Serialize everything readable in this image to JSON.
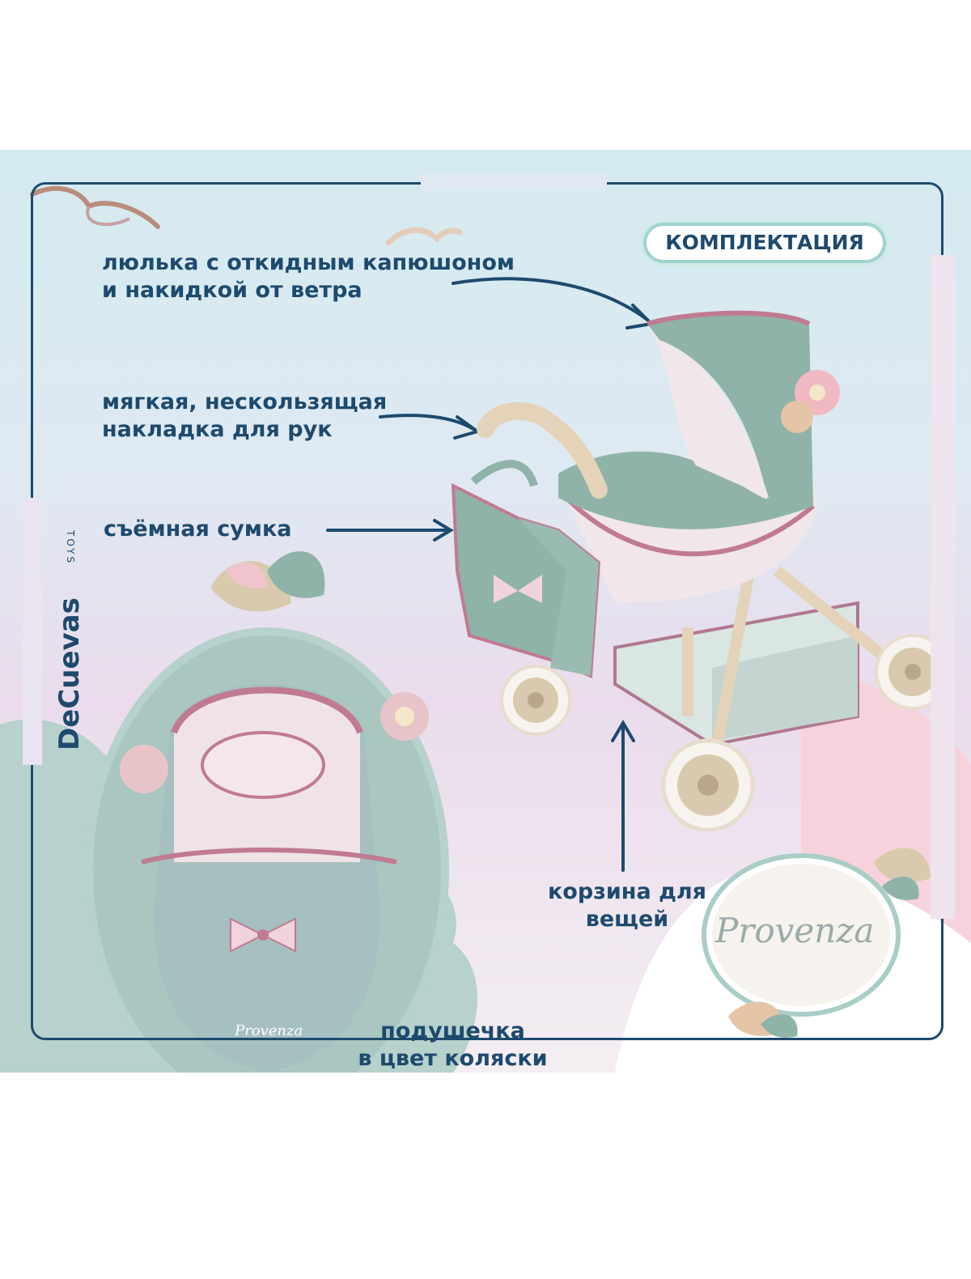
{
  "header": {
    "badge_label": "КОМПЛЕКТАЦИЯ"
  },
  "callouts": {
    "bassinet": [
      "люлька с откидным капюшоном",
      "и накидкой от ветра"
    ],
    "handle": [
      "мягкая, нескользящая",
      "накладка для рук"
    ],
    "bag": [
      "съёмная сумка"
    ],
    "basket": [
      "корзина для",
      "вещей"
    ],
    "pillow": [
      "подушечка",
      "в цвет коляски"
    ]
  },
  "brand": {
    "logo_text": "DeCuevas",
    "logo_sub": "TOYS"
  },
  "collection": {
    "name": "Provenza",
    "pillow_print": "Provenza"
  },
  "colors": {
    "text": "#1d4a6e",
    "stroller_green": "#8fb3a9",
    "trim_pink": "#c07a92",
    "frame_beige": "#e6d6bd",
    "badge_border": "#9fd3cf"
  }
}
